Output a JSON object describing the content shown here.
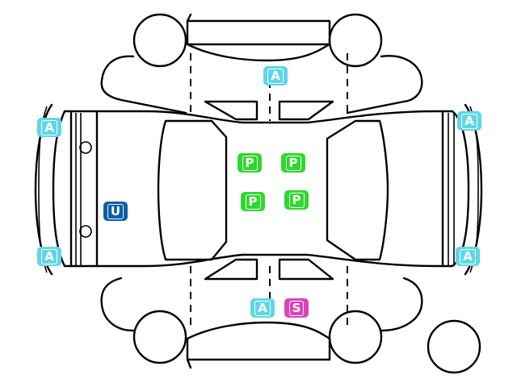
{
  "markers": [
    {
      "code": "A",
      "color": "#5fd6e6"
    },
    {
      "code": "A",
      "color": "#5fd6e6"
    },
    {
      "code": "A",
      "color": "#5fd6e6"
    },
    {
      "code": "A",
      "color": "#5fd6e6"
    },
    {
      "code": "A",
      "color": "#5fd6e6"
    },
    {
      "code": "A",
      "color": "#5fd6e6"
    },
    {
      "code": "S",
      "color": "#e040b8"
    },
    {
      "code": "U",
      "color": "#0d5fa6"
    },
    {
      "code": "P",
      "color": "#2fd82f"
    },
    {
      "code": "P",
      "color": "#2fd82f"
    },
    {
      "code": "P",
      "color": "#2fd82f"
    },
    {
      "code": "P",
      "color": "#2fd82f"
    }
  ]
}
